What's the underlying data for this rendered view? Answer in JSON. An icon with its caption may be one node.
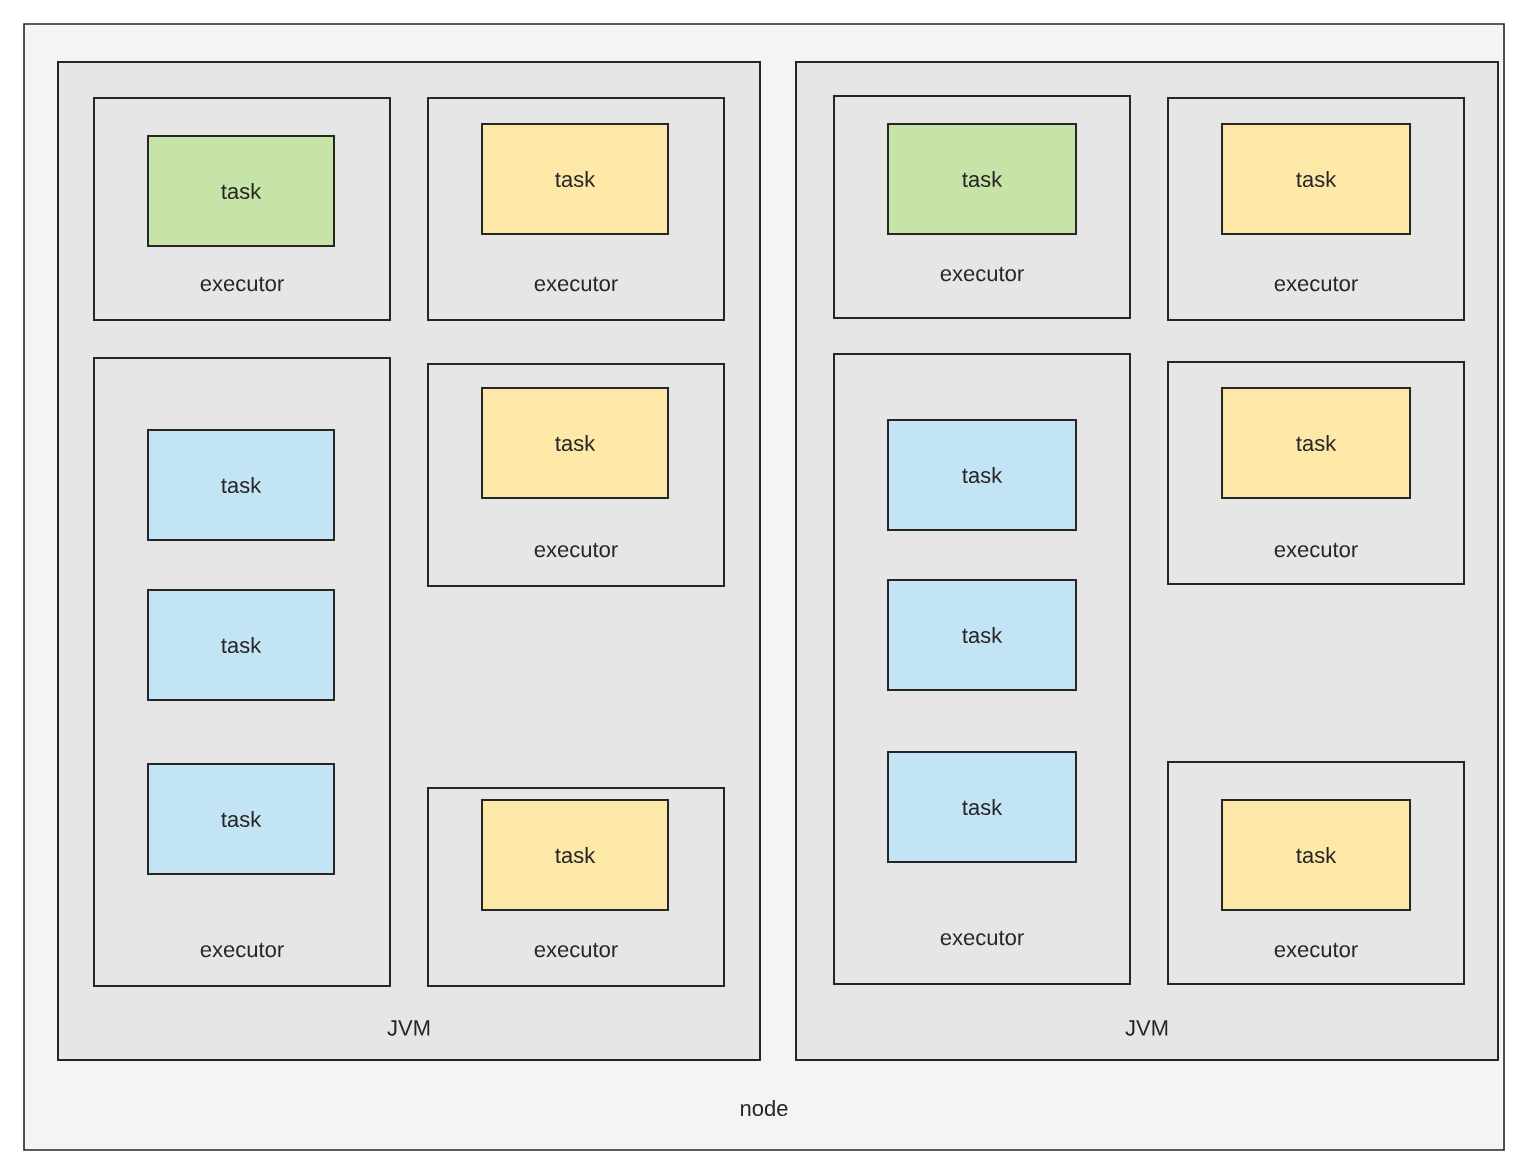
{
  "diagram": {
    "nodes": [
      {
        "text": [
          "node"
        ]
      },
      {
        "text": [
          "JVM"
        ],
        "in": 0
      },
      {
        "text": [
          "executor"
        ],
        "in": 1
      },
      {
        "text": [
          "task"
        ],
        "in": 2
      },
      {
        "text": [
          "executor"
        ],
        "in": 1
      },
      {
        "text": [
          "task"
        ],
        "in": 4
      },
      {
        "text": [
          "executor"
        ],
        "in": 1
      },
      {
        "text": [
          "task"
        ],
        "in": 6
      },
      {
        "text": [
          "task"
        ],
        "in": 6
      },
      {
        "text": [
          "task"
        ],
        "in": 6
      },
      {
        "text": [
          "executor"
        ],
        "in": 1
      },
      {
        "text": [
          "task"
        ],
        "in": 10
      },
      {
        "text": [
          "executor"
        ],
        "in": 1
      },
      {
        "text": [
          "task"
        ],
        "in": 12
      },
      {
        "text": [
          "JVM"
        ],
        "in": 0
      },
      {
        "text": [
          "executor"
        ],
        "in": 14
      },
      {
        "text": [
          "task"
        ],
        "in": 15
      },
      {
        "text": [
          "executor"
        ],
        "in": 14
      },
      {
        "text": [
          "task"
        ],
        "in": 17
      },
      {
        "text": [
          "executor"
        ],
        "in": 14
      },
      {
        "text": [
          "task"
        ],
        "in": 19
      },
      {
        "text": [
          "task"
        ],
        "in": 19
      },
      {
        "text": [
          "task"
        ],
        "in": 19
      },
      {
        "text": [
          "executor"
        ],
        "in": 14
      },
      {
        "text": [
          "task"
        ],
        "in": 23
      },
      {
        "text": [
          "executor"
        ],
        "in": 14
      },
      {
        "text": [
          "task"
        ],
        "in": 25
      }
    ]
  }
}
